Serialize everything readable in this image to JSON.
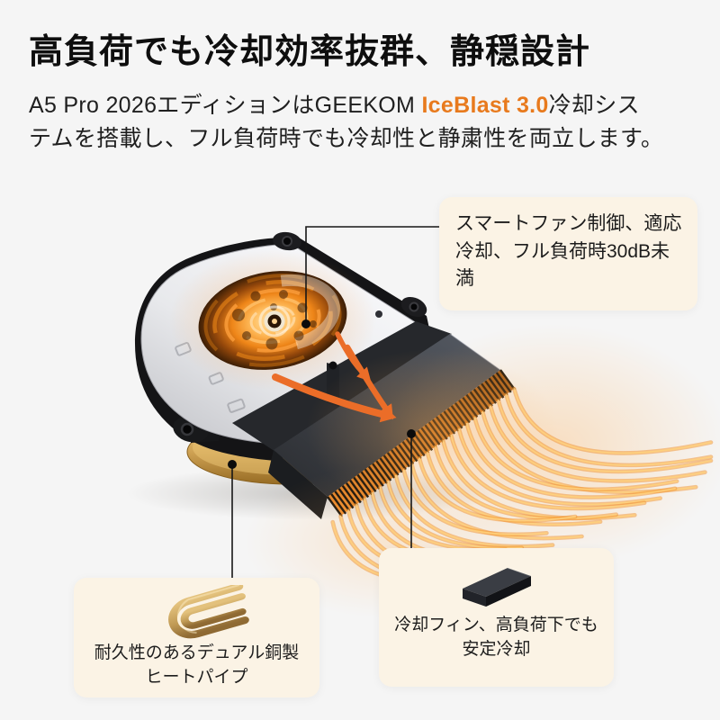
{
  "colors": {
    "page_bg": "#F5F5F5",
    "accent_orange": "#E87A1D",
    "callout_bg": "#FBF3E5",
    "heading_text": "#0E0E0E",
    "glow_orange": "#F59130",
    "copper": "#C9A25E"
  },
  "header": {
    "title": "高負荷でも冷却効率抜群、静穏設計"
  },
  "intro": {
    "prefix": "A5 Pro 2026エディションはGEEKOM ",
    "highlight": "IceBlast 3.0",
    "suffix_line1": "冷却シス",
    "line2": "テムを搭載し、フル負荷時でも冷却性と静粛性を両立します。"
  },
  "callouts": {
    "fan": {
      "lines": [
        "スマートファン制御、適応",
        "冷却、フル負荷時30dB未",
        "満"
      ]
    },
    "heatpipe": {
      "icon": "copper-heatpipe-icon",
      "lines": [
        "耐久性のあるデュアル銅製",
        "ヒートパイプ"
      ]
    },
    "fins": {
      "icon": "cooling-fin-icon",
      "lines": [
        "冷却フィン、高負荷下でも",
        "安定冷却"
      ]
    }
  }
}
